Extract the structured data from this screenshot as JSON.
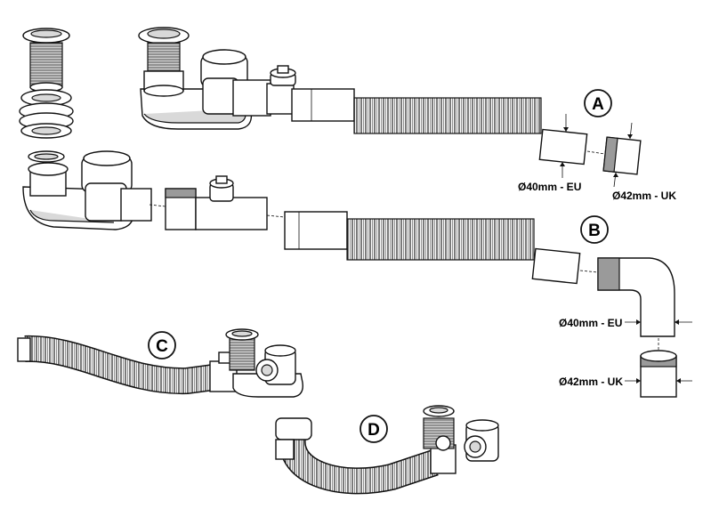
{
  "badges": {
    "a": "A",
    "b": "B",
    "c": "C",
    "d": "D"
  },
  "labels": {
    "a_eu": "Ø40mm - EU",
    "a_uk": "Ø42mm - UK",
    "b_eu": "Ø40mm - EU",
    "b_uk": "Ø42mm - UK"
  }
}
